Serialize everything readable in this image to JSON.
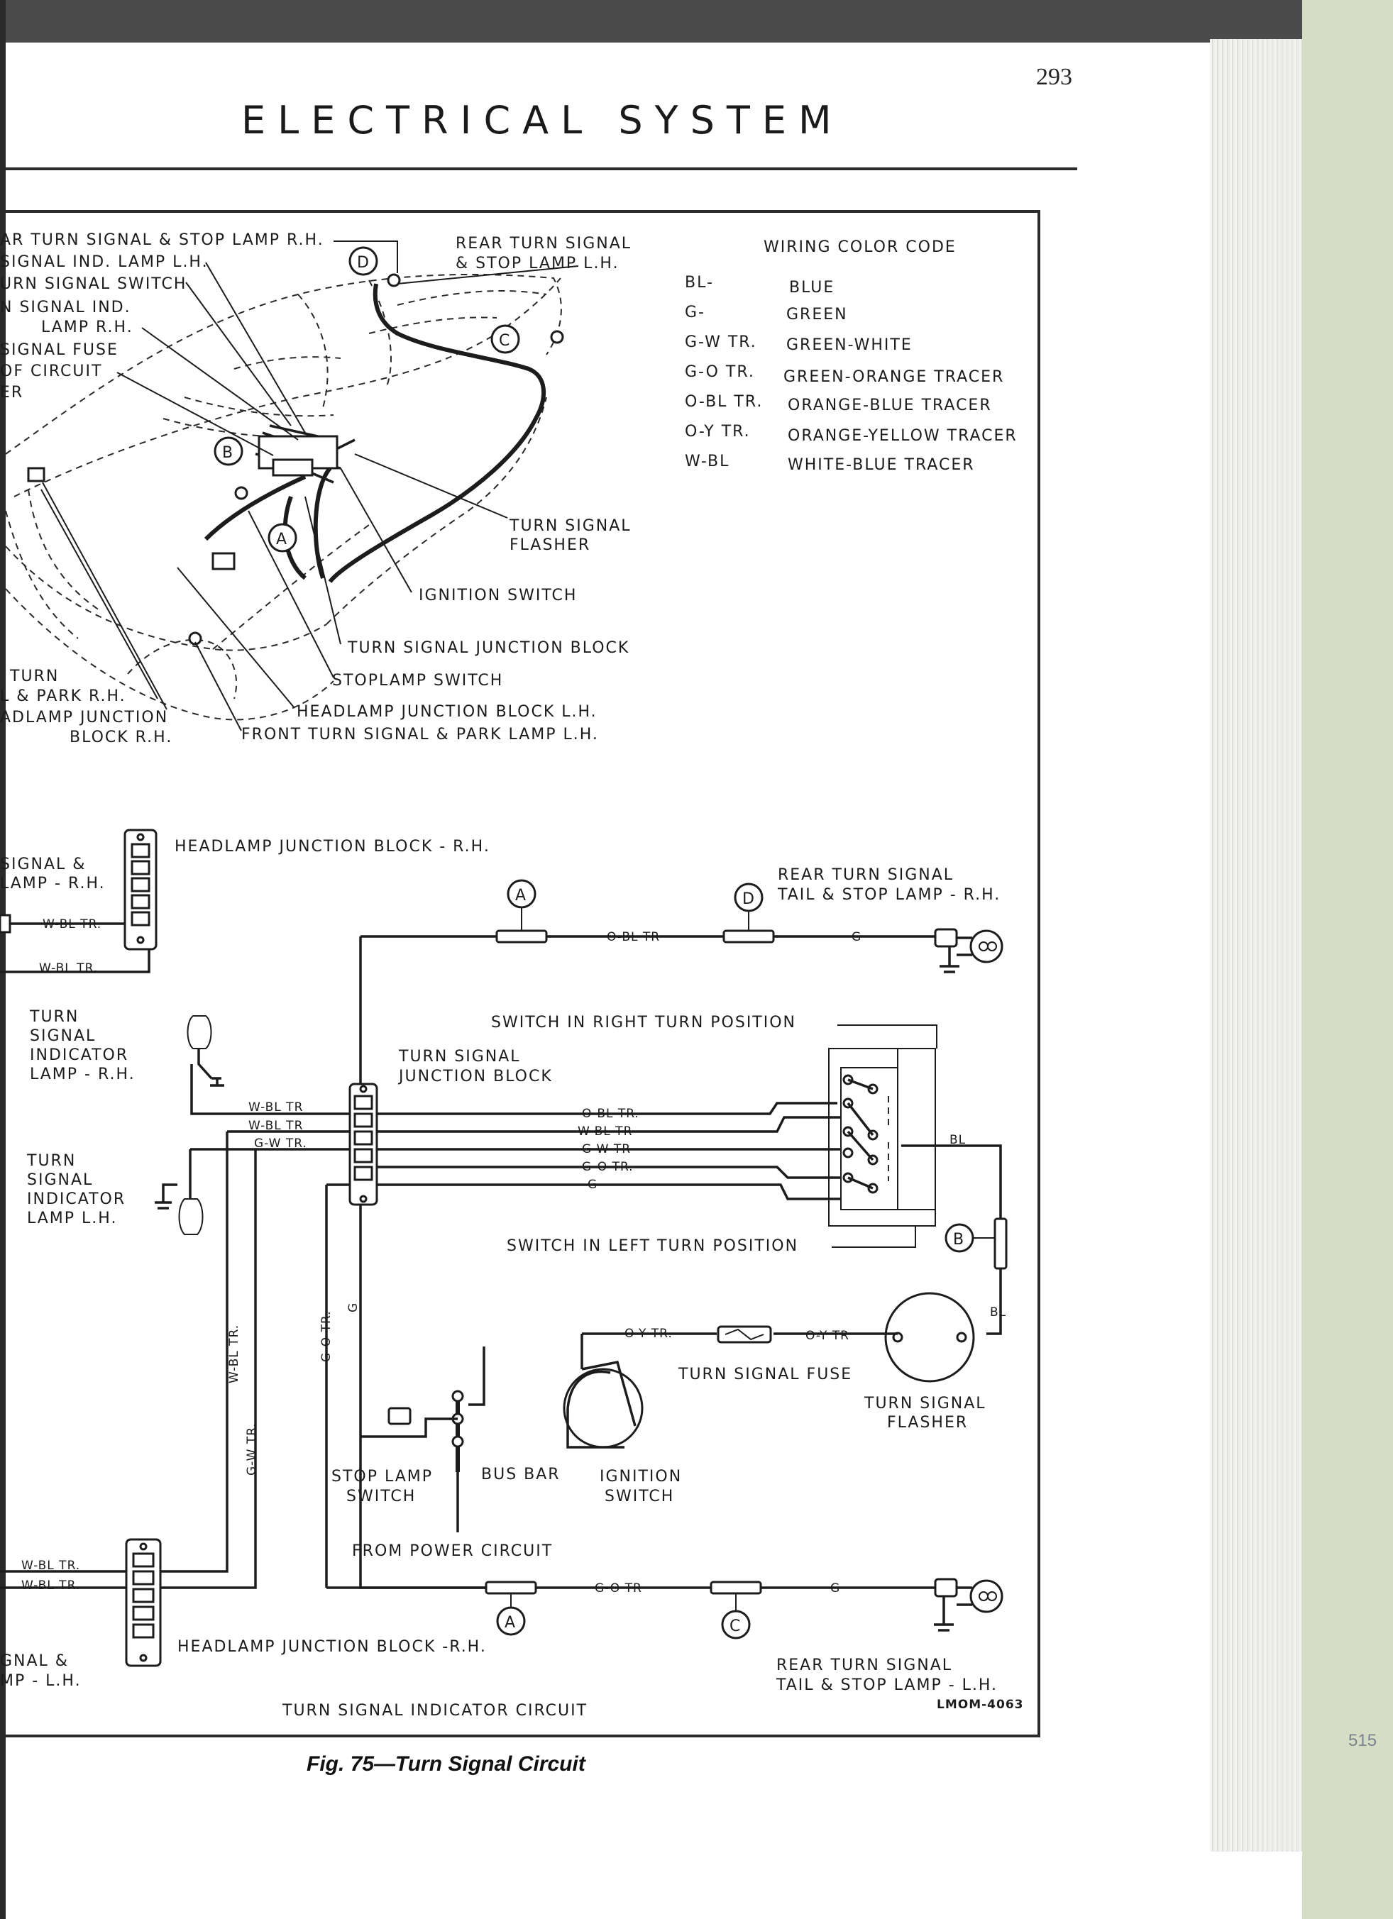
{
  "page": {
    "number": "293",
    "section_title": "ELECTRICAL SYSTEM",
    "figure_caption": "Fig. 75—Turn Signal Circuit",
    "figure_code": "LMOM-4063",
    "corner_mark": "515"
  },
  "color_code": {
    "title": "WIRING COLOR CODE",
    "entries": [
      {
        "code": "BL-",
        "meaning": "BLUE"
      },
      {
        "code": "G-",
        "meaning": "GREEN"
      },
      {
        "code": "G-W TR.",
        "meaning": "GREEN-WHITE"
      },
      {
        "code": "G-O TR.",
        "meaning": "GREEN-ORANGE TRACER"
      },
      {
        "code": "O-BL TR.",
        "meaning": "ORANGE-BLUE TRACER"
      },
      {
        "code": "O-Y TR.",
        "meaning": "ORANGE-YELLOW TRACER"
      },
      {
        "code": "W-BL",
        "meaning": "WHITE-BLUE TRACER"
      }
    ]
  },
  "pictorial": {
    "callouts": [
      "AR TURN SIGNAL & STOP LAMP R.H.",
      "SIGNAL IND. LAMP L.H.",
      "URN SIGNAL SWITCH",
      "N SIGNAL IND.",
      "LAMP R.H.",
      "SIGNAL FUSE",
      "OF CIRCUIT",
      "ER",
      "REAR TURN SIGNAL",
      "& STOP LAMP L.H.",
      "TURN SIGNAL",
      "FLASHER",
      "IGNITION SWITCH",
      "TURN SIGNAL JUNCTION BLOCK",
      "STOPLAMP SWITCH",
      "HEADLAMP JUNCTION BLOCK L.H.",
      "FRONT TURN SIGNAL & PARK LAMP L.H.",
      "TURN",
      "L & PARK R.H.",
      "ADLAMP JUNCTION",
      "BLOCK R.H."
    ],
    "markers": [
      "A",
      "B",
      "C",
      "D"
    ]
  },
  "schematic": {
    "title": "TURN SIGNAL INDICATOR CIRCUIT",
    "labels": {
      "hj_rh_top": "HEADLAMP JUNCTION BLOCK - R.H.",
      "hj_rh_bottom": "HEADLAMP JUNCTION BLOCK -R.H.",
      "left_signal_top_1": "SIGNAL &",
      "left_signal_top_2": "LAMP - R.H.",
      "left_signal_bottom_1": "GNAL &",
      "left_signal_bottom_2": "MP - L.H.",
      "rear_rh_1": "REAR TURN SIGNAL",
      "rear_rh_2": "TAIL & STOP LAMP - R.H.",
      "rear_lh_1": "REAR TURN SIGNAL",
      "rear_lh_2": "TAIL & STOP LAMP - L.H.",
      "switch_right": "SWITCH IN RIGHT TURN POSITION",
      "switch_left": "SWITCH IN LEFT TURN POSITION",
      "tsj_1": "TURN SIGNAL",
      "tsj_2": "JUNCTION BLOCK",
      "ind_rh_1": "TURN",
      "ind_rh_2": "SIGNAL",
      "ind_rh_3": "INDICATOR",
      "ind_rh_4": "LAMP - R.H.",
      "ind_lh_1": "TURN",
      "ind_lh_2": "SIGNAL",
      "ind_lh_3": "INDICATOR",
      "ind_lh_4": "LAMP L.H.",
      "fuse": "TURN SIGNAL FUSE",
      "flasher_1": "TURN SIGNAL",
      "flasher_2": "FLASHER",
      "stop_1": "STOP LAMP",
      "stop_2": "SWITCH",
      "bus_bar": "BUS BAR",
      "ign_1": "IGNITION",
      "ign_2": "SWITCH",
      "power": "FROM POWER CIRCUIT"
    },
    "wire_labels": {
      "o_bl_tr": "O-BL TR",
      "g": "G",
      "w_bl_tr": "W-BL TR.",
      "w_bl_tr_plain": "W-BL TR",
      "o_bl_tr_dot": "O-BL TR.",
      "w_bl_tr_nodot": "W-BL TR",
      "g_w_tr": "G-W TR",
      "g_o_tr_dot": "G-O TR.",
      "g_w_tr_dot": "G-W TR.",
      "bl": "BL",
      "o_y_tr_dot": "O-Y TR.",
      "o_y_tr": "O-Y TR",
      "w_bl_vert": "W-BL TR.",
      "g_w_vert": "G-W TR.",
      "g_o_vert": "G-O TR.",
      "g_o_bottom": "G-O TR"
    }
  }
}
